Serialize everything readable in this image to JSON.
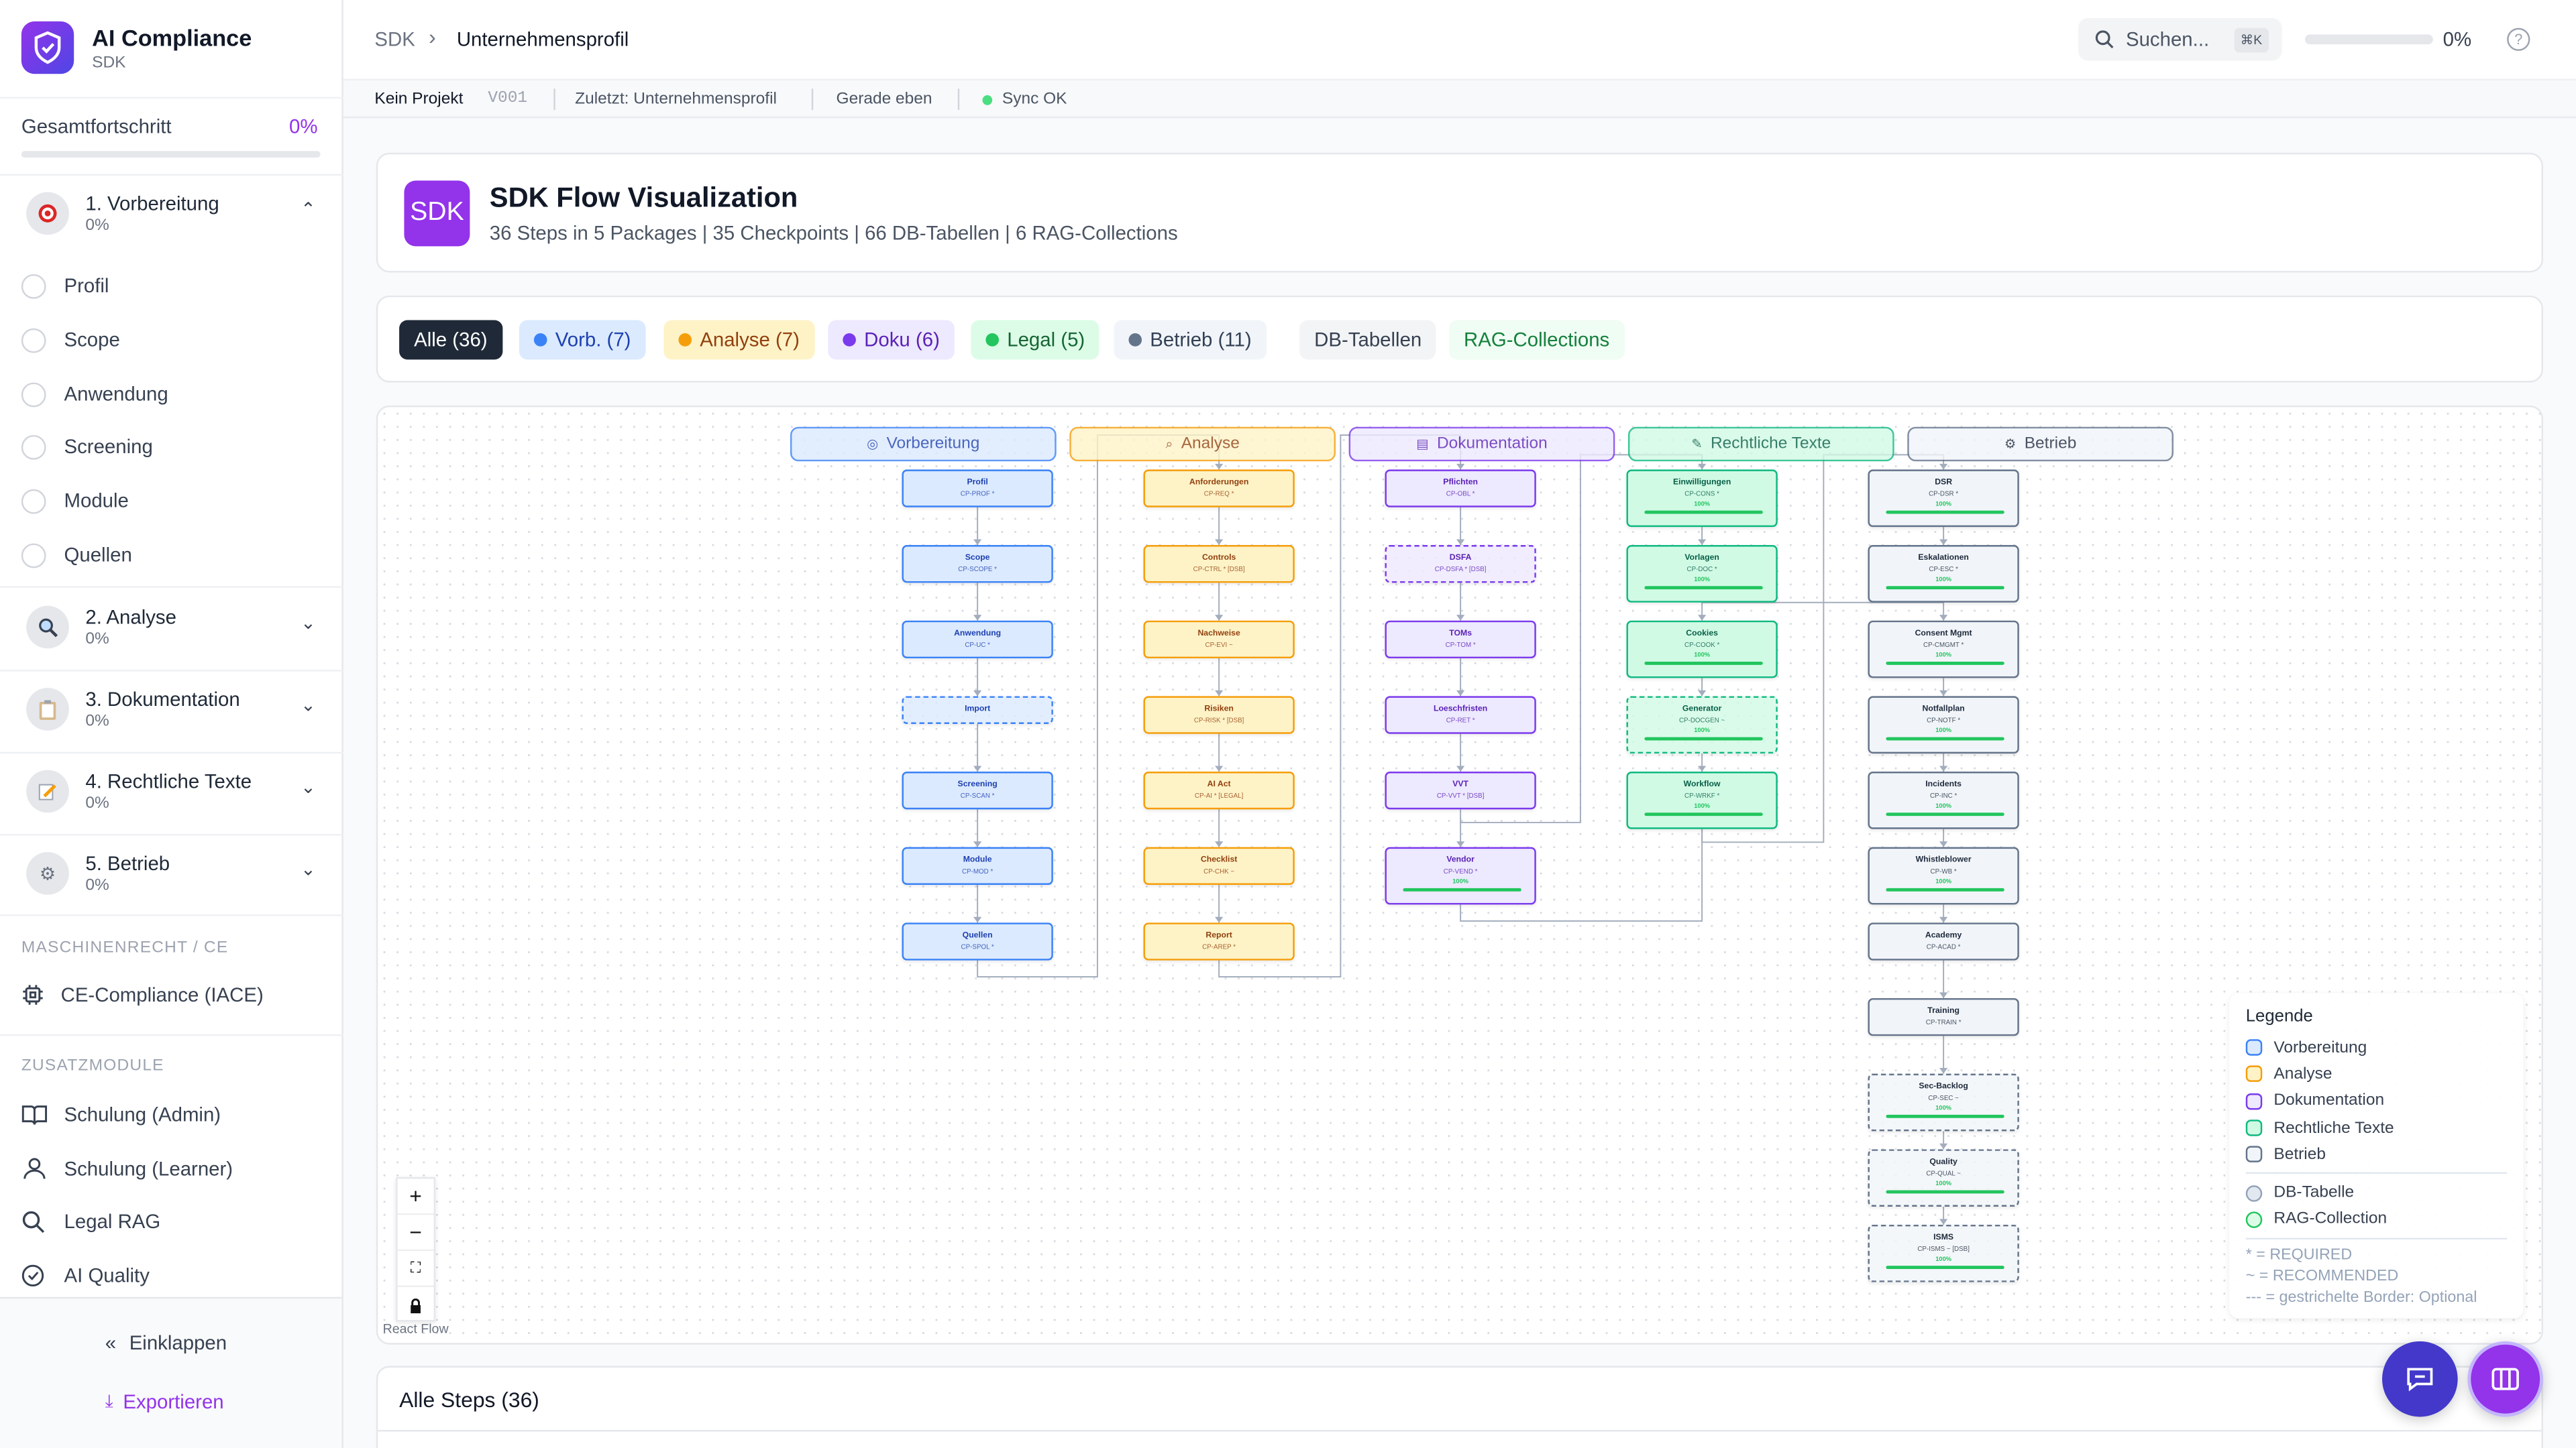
{
  "app": {
    "title": "AI Compliance",
    "subtitle": "SDK"
  },
  "sidebar": {
    "overall_label": "Gesamtfortschritt",
    "overall_value": "0%",
    "overall_progress": 0,
    "sections": [
      {
        "label": "1. Vorbereitung",
        "progress": "0%",
        "icon": "target-icon",
        "expanded": true,
        "steps": [
          "Profil",
          "Scope",
          "Anwendung",
          "Screening",
          "Module",
          "Quellen"
        ]
      },
      {
        "label": "2. Analyse",
        "progress": "0%",
        "icon": "magnifier-icon"
      },
      {
        "label": "3. Dokumentation",
        "progress": "0%",
        "icon": "clipboard-icon"
      },
      {
        "label": "4. Rechtliche Texte",
        "progress": "0%",
        "icon": "memo-icon"
      },
      {
        "label": "5. Betrieb",
        "progress": "0%",
        "icon": "gear-icon"
      }
    ],
    "machine_caption": "MASCHINENRECHT / CE",
    "machine_item": "CE-Compliance (IACE)",
    "extra_caption": "ZUSATZMODULE",
    "extra_items": [
      "Schulung (Admin)",
      "Schulung (Learner)",
      "Legal RAG",
      "AI Quality"
    ],
    "collapse": "Einklappen",
    "export": "Exportieren"
  },
  "header": {
    "breadcrumb_root": "SDK",
    "breadcrumb_current": "Unternehmensprofil",
    "search_placeholder": "Suchen...",
    "search_shortcut": "⌘K",
    "progress_label": "0%",
    "progress": 0
  },
  "subbar": {
    "project": "Kein Projekt",
    "version": "V001",
    "last": "Zuletzt: Unternehmensprofil",
    "time": "Gerade eben",
    "sync": "Sync OK"
  },
  "title_card": {
    "badge": "SDK",
    "title": "SDK Flow Visualization",
    "subtitle": "36 Steps in 5 Packages | 35 Checkpoints | 66 DB-Tabellen | 6 RAG-Collections"
  },
  "filters": [
    {
      "label": "Alle (36)",
      "active": true
    },
    {
      "label": "Vorb. (7)",
      "dot": "#3b82f6"
    },
    {
      "label": "Analyse (7)",
      "dot": "#f59e0b"
    },
    {
      "label": "Doku (6)",
      "dot": "#7c3aed"
    },
    {
      "label": "Legal (5)",
      "dot": "#22c55e"
    },
    {
      "label": "Betrieb (11)",
      "dot": "#64748b"
    },
    {
      "label": "DB-Tabellen"
    },
    {
      "label": "RAG-Collections"
    }
  ],
  "packages": [
    {
      "name": "Vorbereitung",
      "colors": {
        "border": "#3b82f6",
        "bg": "#dbeafe",
        "text": "#1e40af"
      },
      "steps": [
        {
          "name": "Profil",
          "code": "CP-PROF *"
        },
        {
          "name": "Scope",
          "code": "CP-SCOPE *"
        },
        {
          "name": "Anwendung",
          "code": "CP-UC *"
        },
        {
          "name": "Import",
          "code": "",
          "optional": true
        },
        {
          "name": "Screening",
          "code": "CP-SCAN *"
        },
        {
          "name": "Module",
          "code": "CP-MOD *"
        },
        {
          "name": "Quellen",
          "code": "CP-SPOL *"
        }
      ]
    },
    {
      "name": "Analyse",
      "colors": {
        "border": "#f59e0b",
        "bg": "#fef3c7",
        "text": "#92400e"
      },
      "steps": [
        {
          "name": "Anforderungen",
          "code": "CP-REQ *"
        },
        {
          "name": "Controls",
          "code": "CP-CTRL * [DSB]"
        },
        {
          "name": "Nachweise",
          "code": "CP-EVI ~"
        },
        {
          "name": "Risiken",
          "code": "CP-RISK * [DSB]"
        },
        {
          "name": "AI Act",
          "code": "CP-AI * [LEGAL]"
        },
        {
          "name": "Checklist",
          "code": "CP-CHK ~"
        },
        {
          "name": "Report",
          "code": "CP-AREP *"
        }
      ]
    },
    {
      "name": "Dokumentation",
      "colors": {
        "border": "#7c3aed",
        "bg": "#ede9fe",
        "text": "#5b21b6"
      },
      "steps": [
        {
          "name": "Pflichten",
          "code": "CP-OBL *"
        },
        {
          "name": "DSFA",
          "code": "CP-DSFA * [DSB]",
          "optional": true
        },
        {
          "name": "TOMs",
          "code": "CP-TOM *"
        },
        {
          "name": "Loeschfristen",
          "code": "CP-RET *"
        },
        {
          "name": "VVT",
          "code": "CP-VVT * [DSB]"
        },
        {
          "name": "Vendor",
          "code": "CP-VEND *",
          "progress": "100%"
        }
      ]
    },
    {
      "name": "Rechtliche Texte",
      "colors": {
        "border": "#10b981",
        "bg": "#d1fae5",
        "text": "#065f46"
      },
      "steps": [
        {
          "name": "Einwilligungen",
          "code": "CP-CONS *",
          "progress": "100%"
        },
        {
          "name": "Vorlagen",
          "code": "CP-DOC *",
          "progress": "100%"
        },
        {
          "name": "Cookies",
          "code": "CP-COOK *",
          "progress": "100%"
        },
        {
          "name": "Generator",
          "code": "CP-DOCGEN ~",
          "progress": "100%",
          "optional": true
        },
        {
          "name": "Workflow",
          "code": "CP-WRKF *",
          "progress": "100%"
        }
      ]
    },
    {
      "name": "Betrieb",
      "colors": {
        "border": "#64748b",
        "bg": "#f1f5f9",
        "text": "#1e293b"
      },
      "steps": [
        {
          "name": "DSR",
          "code": "CP-DSR *",
          "progress": "100%"
        },
        {
          "name": "Eskalationen",
          "code": "CP-ESC *",
          "progress": "100%"
        },
        {
          "name": "Consent Mgmt",
          "code": "CP-CMGMT *",
          "progress": "100%"
        },
        {
          "name": "Notfallplan",
          "code": "CP-NOTF *",
          "progress": "100%"
        },
        {
          "name": "Incidents",
          "code": "CP-INC *",
          "progress": "100%"
        },
        {
          "name": "Whistleblower",
          "code": "CP-WB *",
          "progress": "100%"
        },
        {
          "name": "Academy",
          "code": "CP-ACAD *"
        },
        {
          "name": "Training",
          "code": "CP-TRAIN *"
        },
        {
          "name": "Sec-Backlog",
          "code": "CP-SEC ~",
          "progress": "100%",
          "optional": true
        },
        {
          "name": "Quality",
          "code": "CP-QUAL ~",
          "progress": "100%",
          "optional": true
        },
        {
          "name": "ISMS",
          "code": "CP-ISMS ~ [DSB]",
          "progress": "100%",
          "optional": true
        }
      ]
    }
  ],
  "flow_controls": {
    "attribution": "React Flow"
  },
  "legend": {
    "title": "Legende",
    "packages": [
      "Vorbereitung",
      "Analyse",
      "Dokumentation",
      "Rechtliche Texte",
      "Betrieb"
    ],
    "types": [
      "DB-Tabelle",
      "RAG-Collection"
    ],
    "notes": [
      "* = REQUIRED",
      "~ = RECOMMENDED",
      "--- = gestrichelte Border: Optional"
    ]
  },
  "steps_card": {
    "title": "Alle Steps (36)"
  }
}
